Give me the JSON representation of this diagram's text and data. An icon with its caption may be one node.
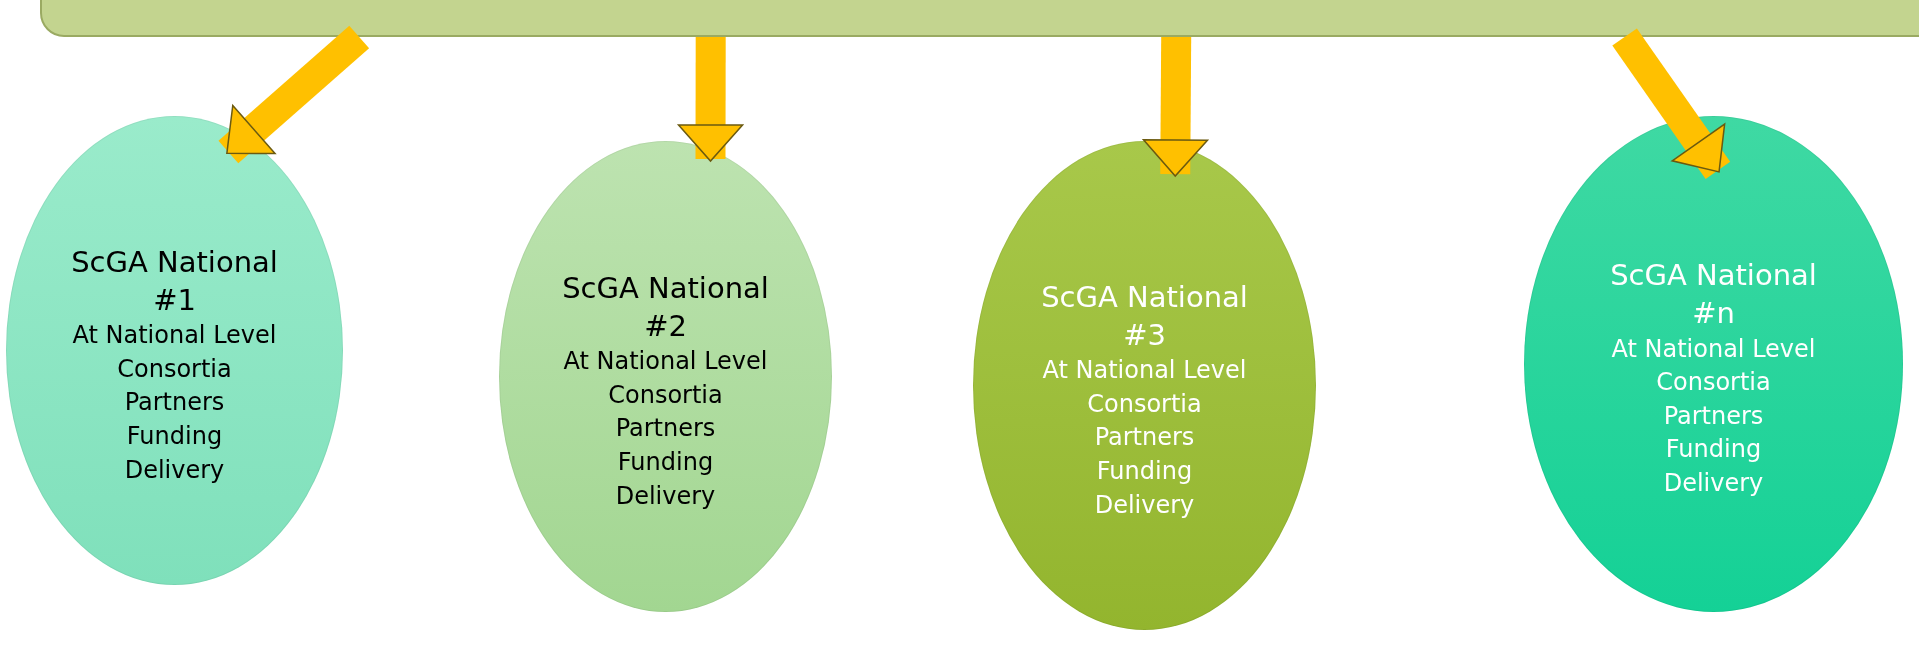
{
  "diagram": {
    "nodes": [
      {
        "text": [],
        "shape": "box"
      },
      {
        "text": [
          "ScGA National #1",
          "At National Level",
          "Consortia",
          "Partners",
          "Funding",
          "Delivery"
        ]
      },
      {
        "text": [
          "ScGA National #2",
          "At National Level",
          "Consortia",
          "Partners",
          "Funding",
          "Delivery"
        ]
      },
      {
        "text": [
          "ScGA National #3",
          "At National Level",
          "Consortia",
          "Partners",
          "Funding",
          "Delivery"
        ]
      },
      {
        "text": [
          "ScGA National #n",
          "At National Level",
          "Consortia",
          "Partners",
          "Funding",
          "Delivery"
        ]
      }
    ],
    "edges": [
      {
        "from": 0,
        "to": 1,
        "arrow": "to"
      },
      {
        "from": 0,
        "to": 2,
        "arrow": "to"
      },
      {
        "from": 0,
        "to": 3,
        "arrow": "to"
      },
      {
        "from": 0,
        "to": 4,
        "arrow": "to"
      }
    ]
  }
}
